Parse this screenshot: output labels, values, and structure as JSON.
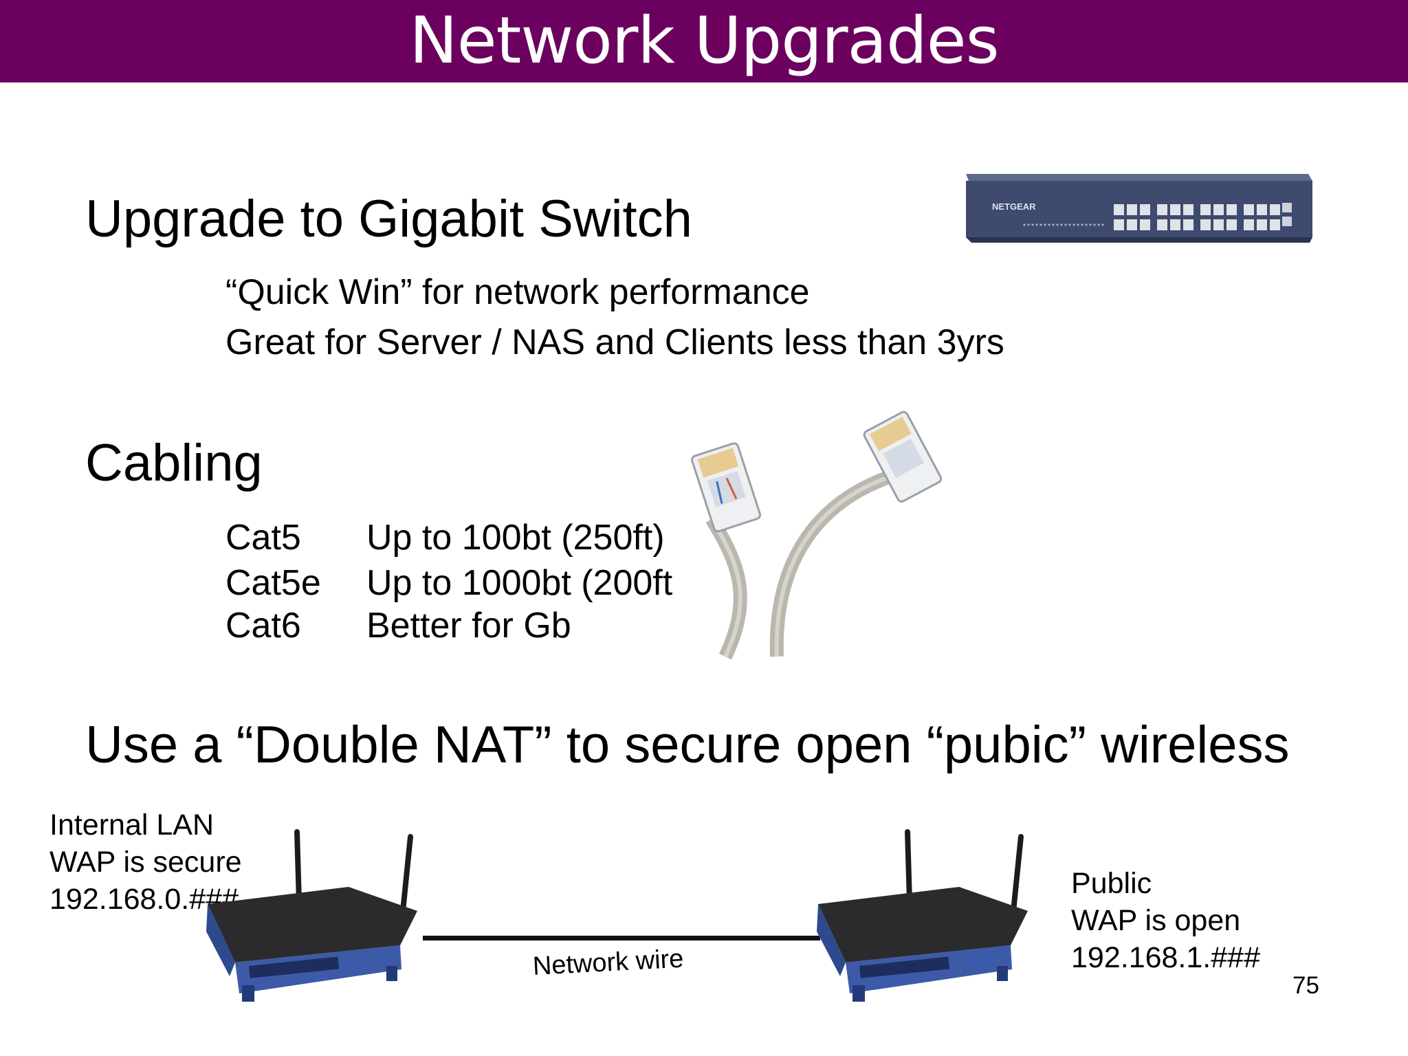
{
  "slide": {
    "title": "Network Upgrades",
    "page_number": "75"
  },
  "switch_section": {
    "heading": "Upgrade to Gigabit Switch",
    "bullets": [
      "“Quick Win” for network performance",
      "Great for Server / NAS and Clients less than 3yrs"
    ],
    "device_brand": "NETGEAR"
  },
  "cabling_section": {
    "heading": "Cabling",
    "rows": [
      {
        "type": "Cat5",
        "desc": "Up to 100bt (250ft)"
      },
      {
        "type": "Cat5e",
        "desc": "Up to 1000bt (200ft"
      },
      {
        "type": "Cat6",
        "desc": "Better for Gb"
      }
    ]
  },
  "nat_section": {
    "heading": "Use a “Double NAT” to secure open “pubic” wireless",
    "left_router": {
      "lines": [
        "Internal LAN",
        "WAP is secure",
        "192.168.0.###"
      ]
    },
    "right_router": {
      "lines": [
        "Public",
        "WAP is open",
        "192.168.1.###"
      ]
    },
    "wire_label": "Network wire"
  },
  "colors": {
    "title_bar": "#6b005f",
    "title_text": "#ffffff",
    "switch_body": "#3e4a6e",
    "router_blue": "#3d5aa8",
    "cable_gray": "#b9b7ae"
  }
}
